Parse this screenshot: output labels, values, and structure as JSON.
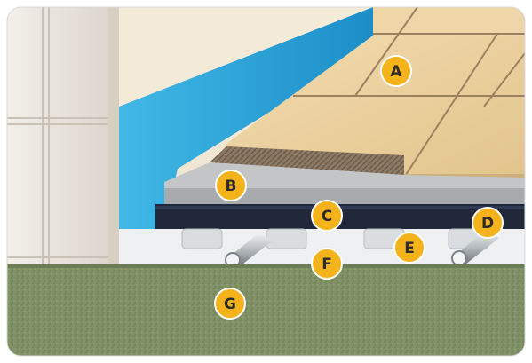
{
  "diagram": {
    "description_hidden": "",
    "layers": [
      {
        "id": "A",
        "label": "A",
        "meaning": "tiles"
      },
      {
        "id": "B",
        "label": "B",
        "meaning": "screed"
      },
      {
        "id": "C",
        "label": "C",
        "meaning": "membrane"
      },
      {
        "id": "D",
        "label": "D",
        "meaning": "pipe"
      },
      {
        "id": "E",
        "label": "E",
        "meaning": "panel"
      },
      {
        "id": "F",
        "label": "F",
        "meaning": "insulation"
      },
      {
        "id": "G",
        "label": "G",
        "meaning": "subfloor"
      }
    ],
    "colors": {
      "tile": "#e9cc98",
      "tile_grout": "#8f7552",
      "insulation_strip": "#1e9fd6",
      "screed": "#b7b9bb",
      "membrane": "#1d2535",
      "subfloor": "#7d8f63",
      "wall": "#ece7df",
      "label_fill": "#f4b21b"
    }
  }
}
